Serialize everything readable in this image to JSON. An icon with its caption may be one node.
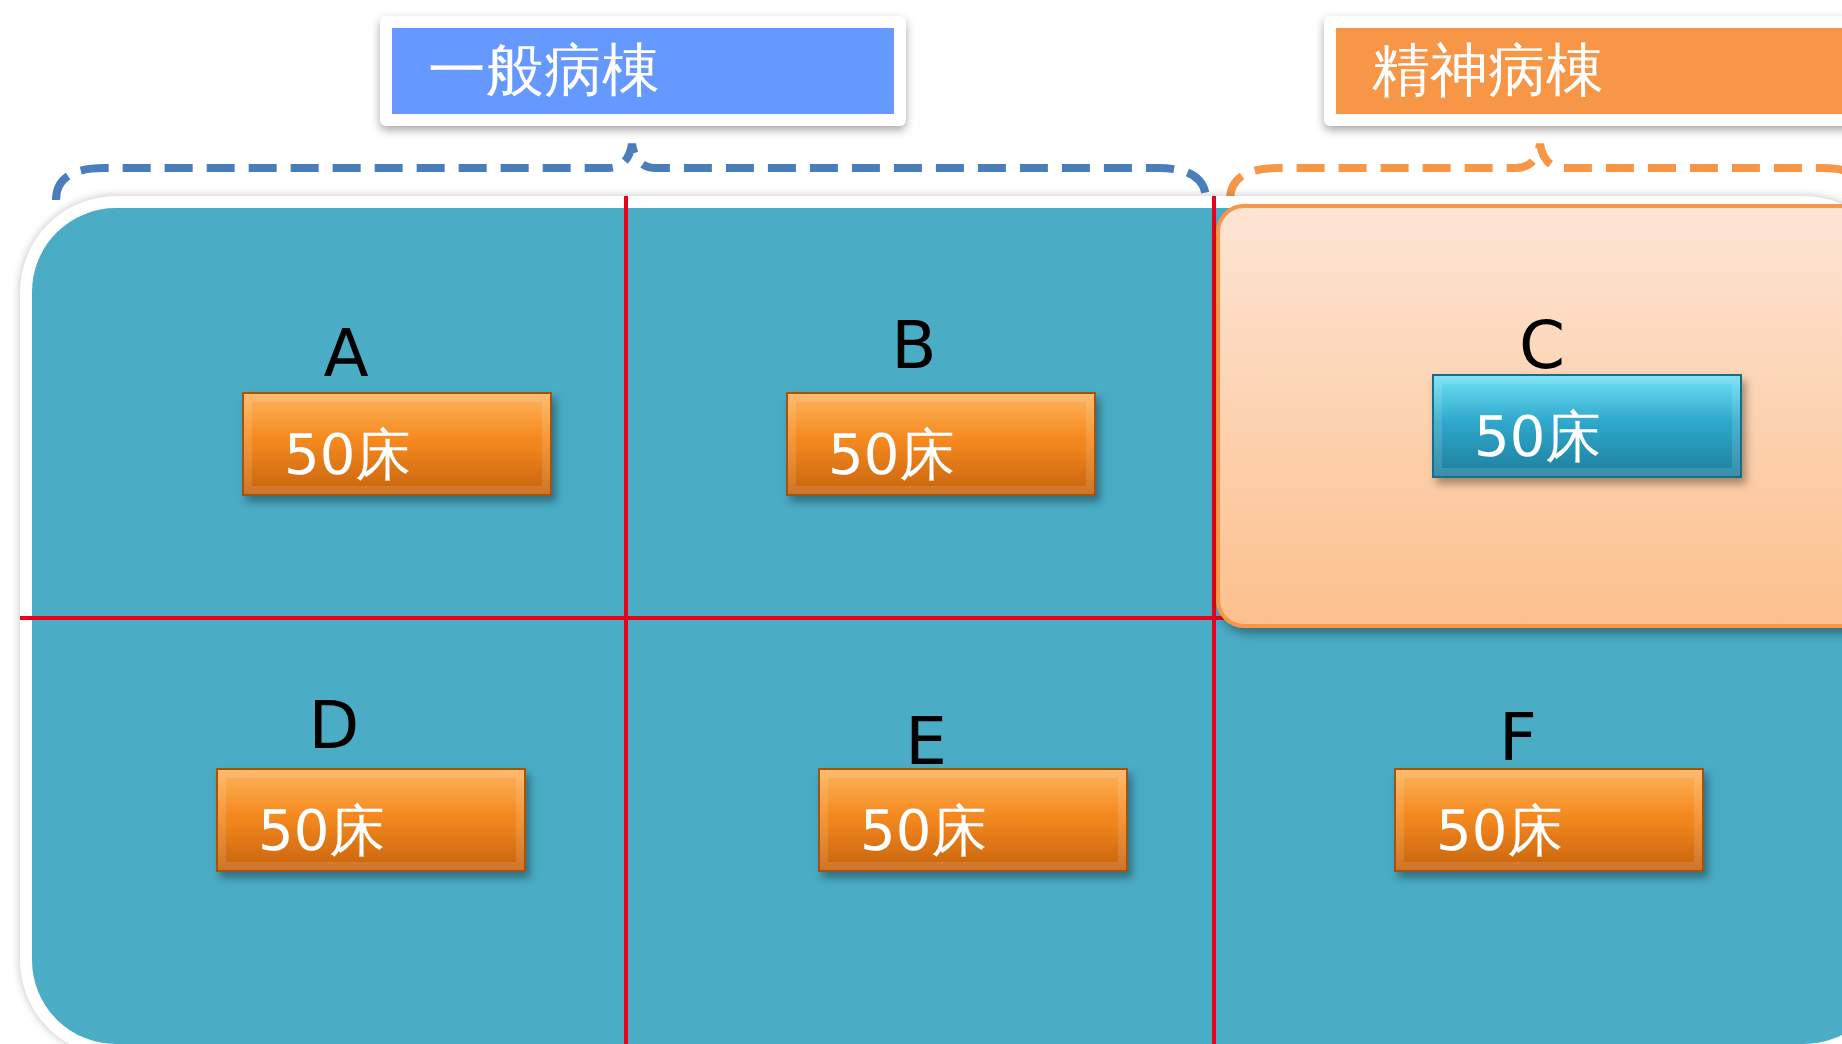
{
  "diagram": {
    "nodes": [
      {
        "text": [
          "一般病棟"
        ]
      },
      {
        "text": [
          "精神病棟"
        ]
      },
      {
        "text": [],
        "shape": "box"
      },
      {
        "text": [
          "A"
        ],
        "in": 2
      },
      {
        "text": [
          "B"
        ],
        "in": 2
      },
      {
        "text": [
          "C"
        ],
        "in": 2
      },
      {
        "text": [
          "D"
        ],
        "in": 2
      },
      {
        "text": [
          "E"
        ],
        "in": 2
      },
      {
        "text": [
          "F"
        ],
        "in": 2
      },
      {
        "text": [
          "50床"
        ],
        "in": 3
      },
      {
        "text": [
          "50床"
        ],
        "in": 4
      },
      {
        "text": [
          "50床"
        ],
        "in": 5
      },
      {
        "text": [
          "50床"
        ],
        "in": 6
      },
      {
        "text": [
          "50床"
        ],
        "in": 7
      },
      {
        "text": [
          "50床"
        ],
        "in": 8
      }
    ],
    "edges": []
  }
}
